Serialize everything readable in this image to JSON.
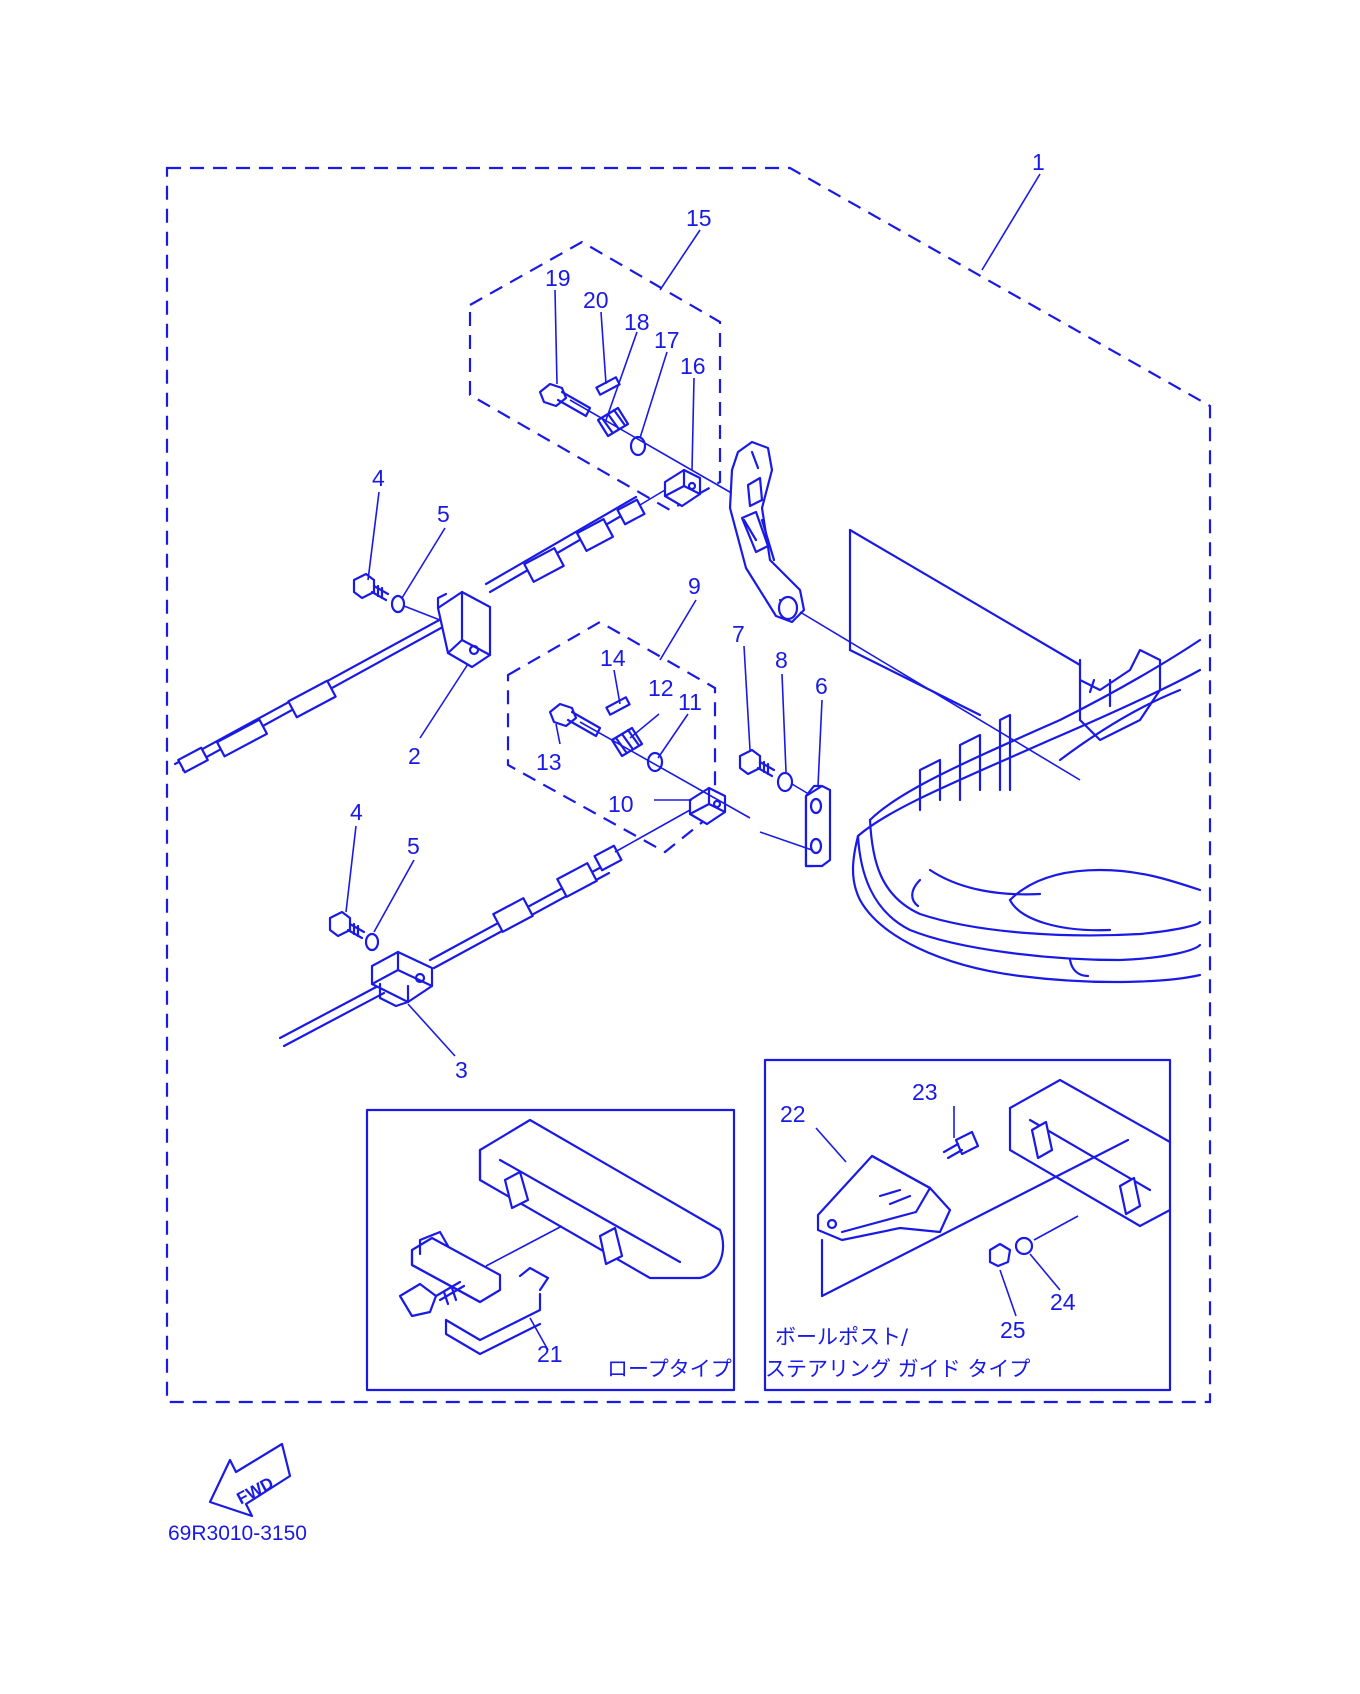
{
  "colors": {
    "line": "#1a1ae6",
    "background": "#ffffff"
  },
  "callouts": [
    {
      "id": "1",
      "text": "1"
    },
    {
      "id": "2",
      "text": "2"
    },
    {
      "id": "3",
      "text": "3"
    },
    {
      "id": "4a",
      "text": "4"
    },
    {
      "id": "4b",
      "text": "4"
    },
    {
      "id": "5a",
      "text": "5"
    },
    {
      "id": "5b",
      "text": "5"
    },
    {
      "id": "6",
      "text": "6"
    },
    {
      "id": "7",
      "text": "7"
    },
    {
      "id": "8",
      "text": "8"
    },
    {
      "id": "9",
      "text": "9"
    },
    {
      "id": "10",
      "text": "10"
    },
    {
      "id": "11",
      "text": "11"
    },
    {
      "id": "12",
      "text": "12"
    },
    {
      "id": "13",
      "text": "13"
    },
    {
      "id": "14",
      "text": "14"
    },
    {
      "id": "15",
      "text": "15"
    },
    {
      "id": "16",
      "text": "16"
    },
    {
      "id": "17",
      "text": "17"
    },
    {
      "id": "18",
      "text": "18"
    },
    {
      "id": "19",
      "text": "19"
    },
    {
      "id": "20",
      "text": "20"
    },
    {
      "id": "21",
      "text": "21"
    },
    {
      "id": "22",
      "text": "22"
    },
    {
      "id": "23",
      "text": "23"
    },
    {
      "id": "24",
      "text": "24"
    },
    {
      "id": "25",
      "text": "25"
    }
  ],
  "insets": {
    "rope_type": "ロープタイプ",
    "ball_post_line1": "ボールポスト/",
    "ball_post_line2": "ステアリング ガイド タイプ"
  },
  "fwd_arrow": "FWD",
  "part_code": "69R3010-3150"
}
